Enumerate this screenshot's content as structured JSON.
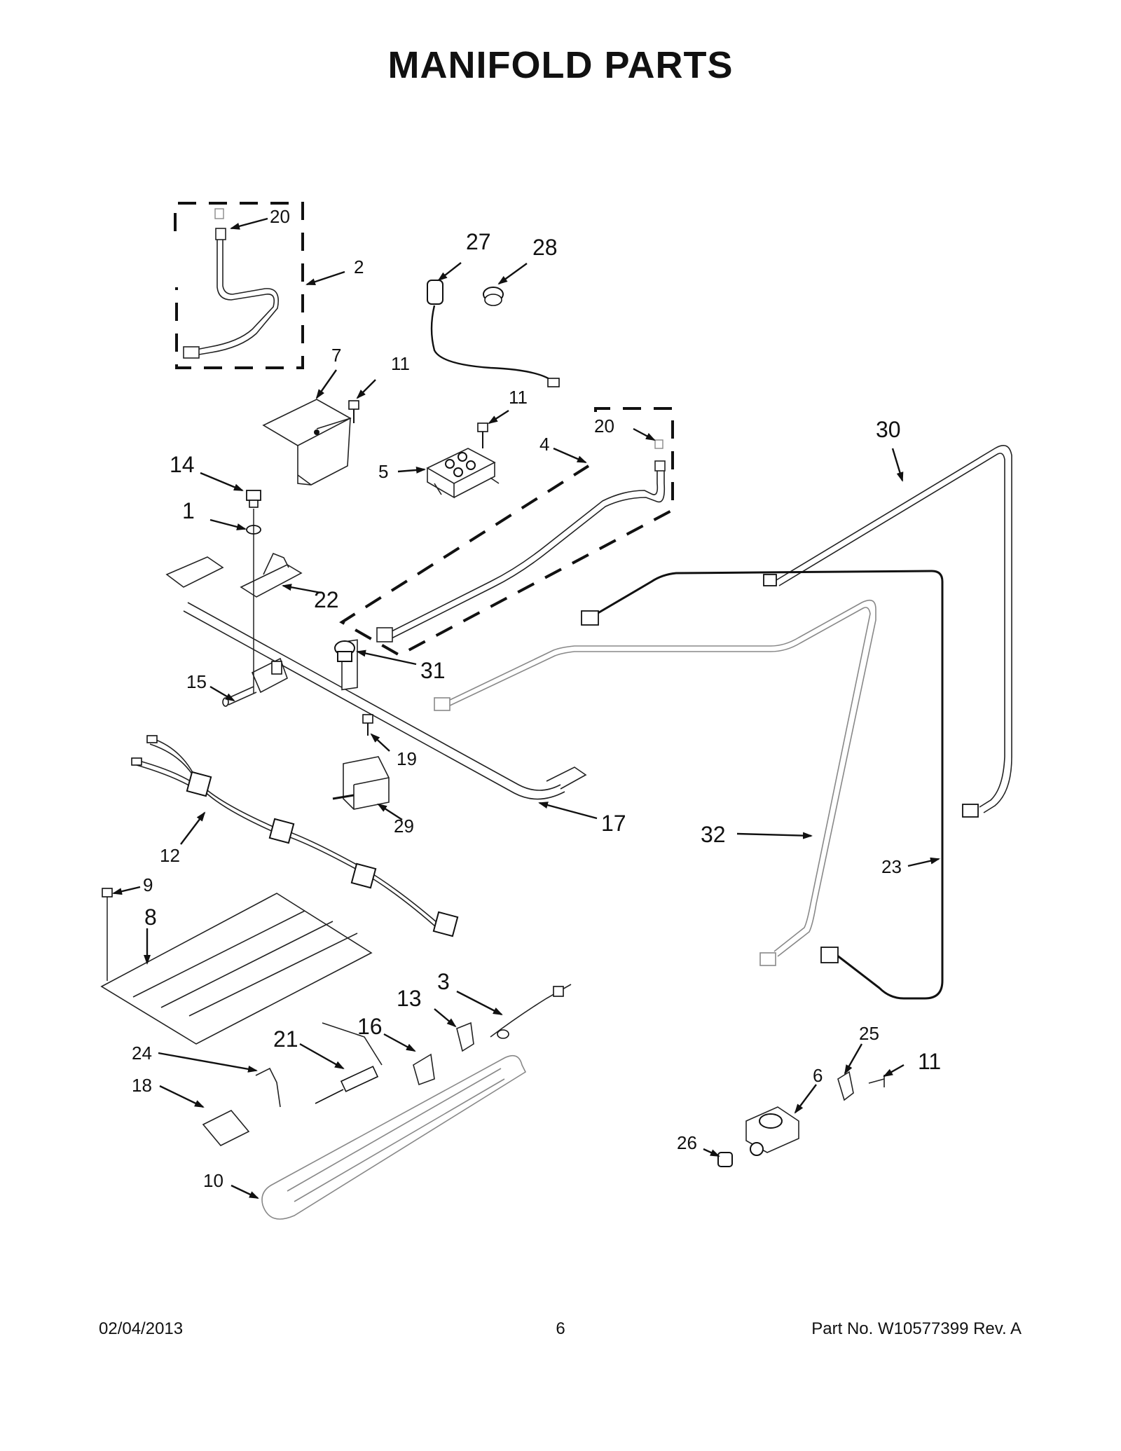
{
  "title": "MANIFOLD PARTS",
  "footer": {
    "date": "02/04/2013",
    "page": "6",
    "part_no": "Part No.  W10577399  Rev.  A"
  },
  "labels": [
    {
      "id": "20a",
      "text": "20"
    },
    {
      "id": "2",
      "text": "2"
    },
    {
      "id": "27",
      "text": "27"
    },
    {
      "id": "28",
      "text": "28"
    },
    {
      "id": "7",
      "text": "7"
    },
    {
      "id": "11a",
      "text": "11"
    },
    {
      "id": "11b",
      "text": "11"
    },
    {
      "id": "20b",
      "text": "20"
    },
    {
      "id": "4",
      "text": "4"
    },
    {
      "id": "5",
      "text": "5"
    },
    {
      "id": "30",
      "text": "30"
    },
    {
      "id": "14",
      "text": "14"
    },
    {
      "id": "1",
      "text": "1"
    },
    {
      "id": "22",
      "text": "22"
    },
    {
      "id": "31",
      "text": "31"
    },
    {
      "id": "15",
      "text": "15"
    },
    {
      "id": "19",
      "text": "19"
    },
    {
      "id": "29",
      "text": "29"
    },
    {
      "id": "17",
      "text": "17"
    },
    {
      "id": "32",
      "text": "32"
    },
    {
      "id": "23",
      "text": "23"
    },
    {
      "id": "12",
      "text": "12"
    },
    {
      "id": "9",
      "text": "9"
    },
    {
      "id": "8",
      "text": "8"
    },
    {
      "id": "3",
      "text": "3"
    },
    {
      "id": "13",
      "text": "13"
    },
    {
      "id": "16",
      "text": "16"
    },
    {
      "id": "21",
      "text": "21"
    },
    {
      "id": "24",
      "text": "24"
    },
    {
      "id": "18",
      "text": "18"
    },
    {
      "id": "25",
      "text": "25"
    },
    {
      "id": "11c",
      "text": "11"
    },
    {
      "id": "6",
      "text": "6"
    },
    {
      "id": "26",
      "text": "26"
    },
    {
      "id": "10",
      "text": "10"
    }
  ]
}
